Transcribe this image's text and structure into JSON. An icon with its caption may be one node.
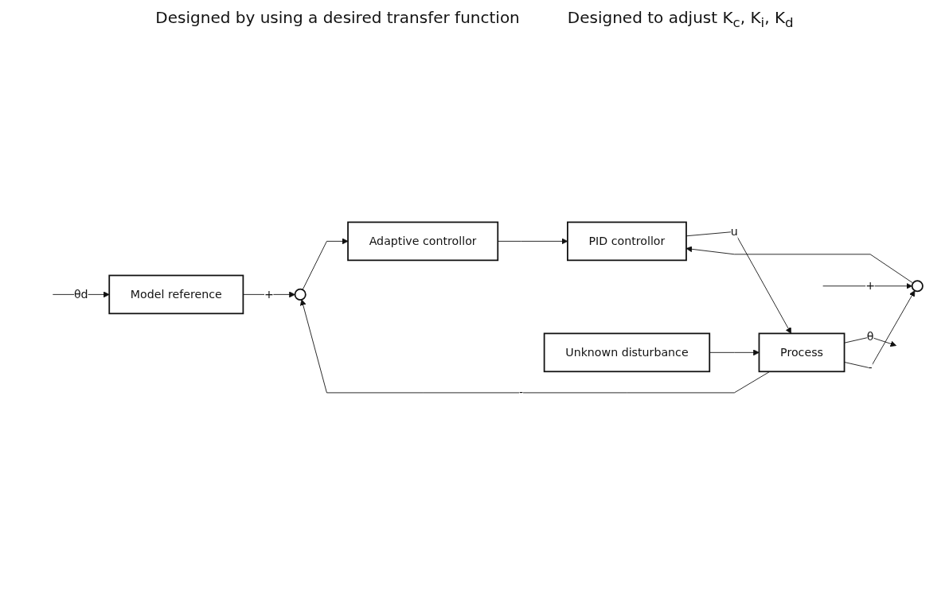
{
  "diagram": {
    "nodes": [
      {
        "text": [
          "Model reference"
        ]
      },
      {
        "text": [],
        "shape": "circle"
      },
      {
        "text": [
          "Adaptive controllor"
        ]
      },
      {
        "text": [
          "PID controllor"
        ]
      },
      {
        "text": [
          "Unknown disturbance"
        ]
      },
      {
        "text": [
          "Process"
        ]
      },
      {
        "text": [],
        "shape": "circle"
      }
    ],
    "edges": [
      {
        "from": null,
        "to": 0,
        "arrow": "to",
        "label": "θd"
      },
      {
        "from": null,
        "to": 6,
        "arrow": "to",
        "label": "+"
      },
      {
        "from": 0,
        "to": 1,
        "arrow": "to",
        "label": "+"
      },
      {
        "from": 5,
        "to": 1,
        "arrow": "to",
        "label": "-"
      },
      {
        "from": 1,
        "to": 2,
        "arrow": "to"
      },
      {
        "from": 2,
        "to": 3,
        "arrow": "to"
      },
      {
        "from": 6,
        "to": 3,
        "arrow": "to"
      },
      {
        "from": 3,
        "to": 5,
        "arrow": "to",
        "label": "u"
      },
      {
        "from": 4,
        "to": 5,
        "arrow": "to"
      },
      {
        "from": 5,
        "to": null,
        "arrow": "to",
        "label": "θ"
      },
      {
        "from": 5,
        "to": 6,
        "arrow": "to",
        "label": "-"
      }
    ],
    "labels": [
      "Designed by using a desired transfer function",
      "Designed to adjust K$_{c}$, K$_{i}$, K$_{d}$"
    ]
  }
}
